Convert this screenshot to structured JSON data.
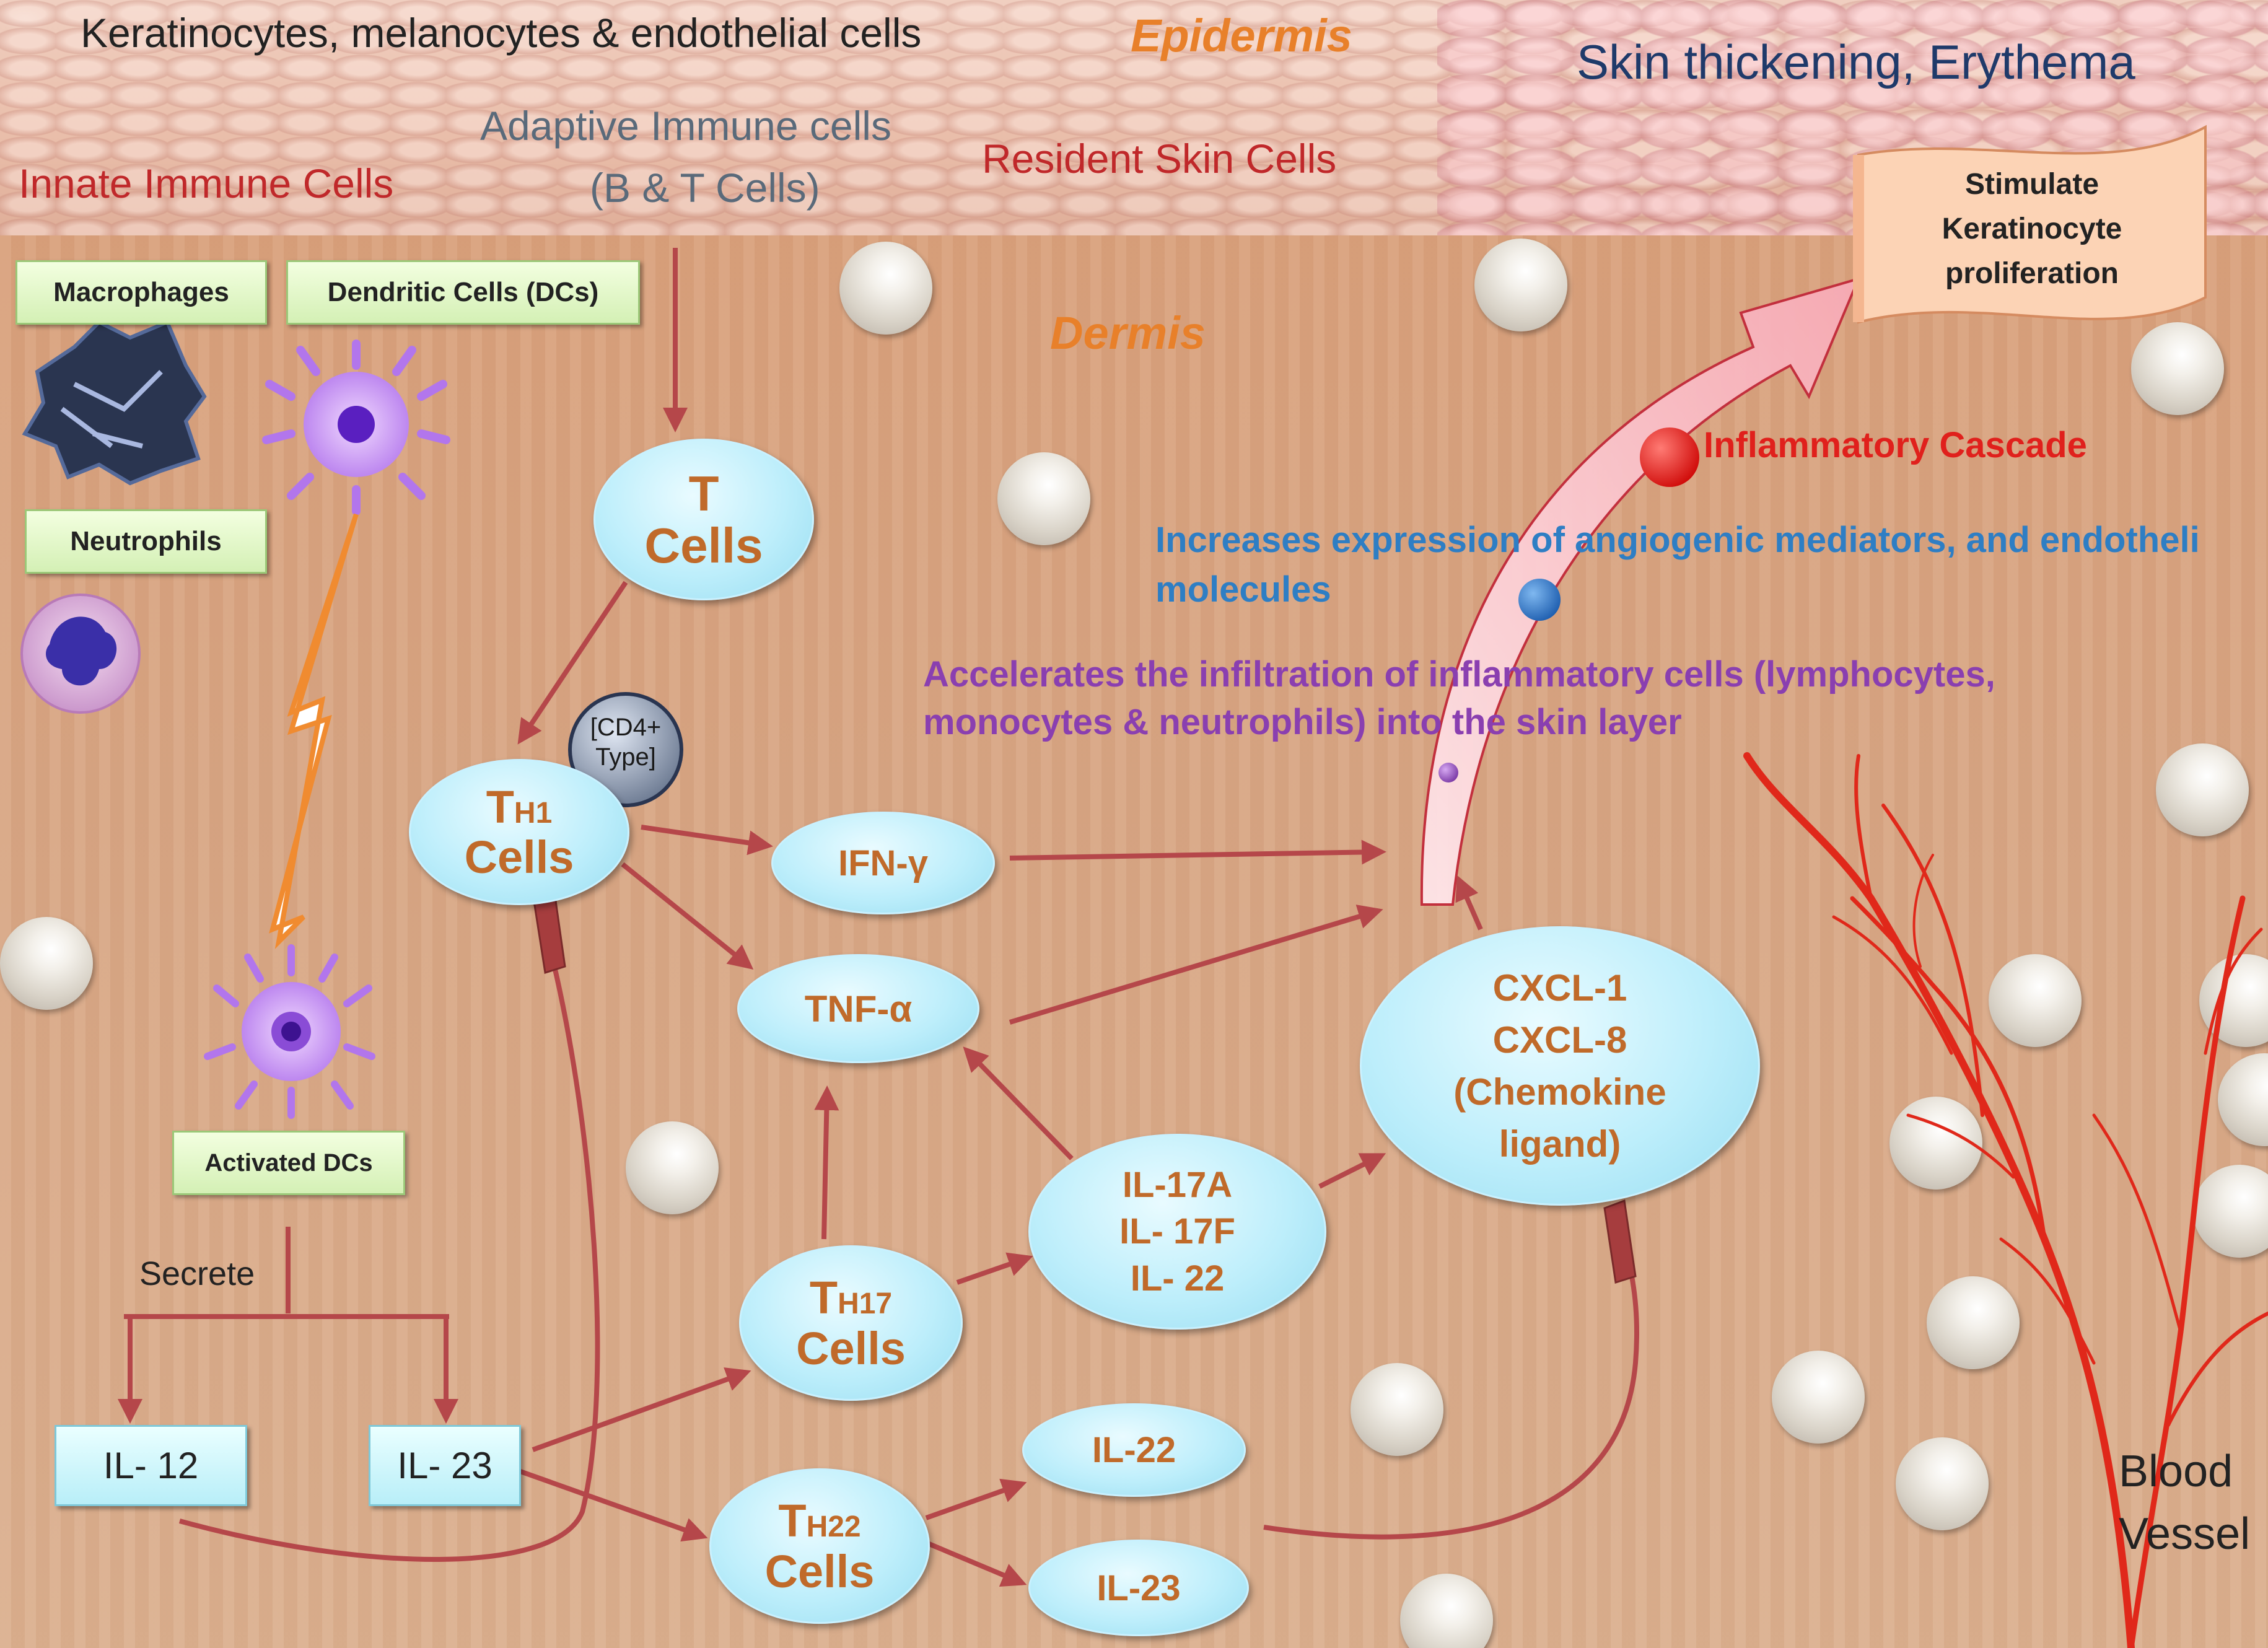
{
  "epidermis": {
    "cells_label": "Keratinocytes, melanocytes & endothelial cells",
    "layer_label": "Epidermis",
    "skin_effect": "Skin thickening, Erythema",
    "adaptive_line1": "Adaptive Immune cells",
    "adaptive_line2": "(B & T Cells)",
    "innate": "Innate Immune Cells",
    "resident": "Resident Skin Cells"
  },
  "dermis": {
    "layer_label": "Dermis"
  },
  "cell_boxes": {
    "macrophages": "Macrophages",
    "dendritic": "Dendritic Cells (DCs)",
    "neutrophils": "Neutrophils",
    "activated_dcs": "Activated DCs"
  },
  "secrete": "Secrete",
  "interleukins": {
    "il12": "IL- 12",
    "il23": "IL- 23"
  },
  "t_cells": {
    "line1": "T",
    "line2": "Cells"
  },
  "th1": {
    "main": "T",
    "sub": "H1",
    "line2": "Cells",
    "badge_line1": "[CD4+",
    "badge_line2": "Type]"
  },
  "th17": {
    "main": "T",
    "sub": "H17",
    "line2": "Cells"
  },
  "th22": {
    "main": "T",
    "sub": "H22",
    "line2": "Cells"
  },
  "ifn": "IFN-γ",
  "tnf": "TNF-α",
  "il17": {
    "line1": "IL-17A",
    "line2": "IL- 17F",
    "line3": "IL- 22"
  },
  "il22_out": "IL-22",
  "il23_out": "IL-23",
  "cxcl": {
    "line1": "CXCL-1",
    "line2": "CXCL-8",
    "line3": "(Chemokine",
    "line4": "ligand)"
  },
  "cascade": {
    "title": "Inflammatory Cascade",
    "angiogenic_line1": "Increases expression of angiogenic mediators, and endotheli",
    "angiogenic_line2": "molecules",
    "infiltration_line1": "Accelerates the infiltration of inflammatory cells (lymphocytes,",
    "infiltration_line2": "monocytes & neutrophils) into the skin layer"
  },
  "stimulate": {
    "line1": "Stimulate",
    "line2": "Keratinocyte",
    "line3": "proliferation"
  },
  "blood_vessel": {
    "line1": "Blood",
    "line2": "Vessel"
  },
  "colors": {
    "orange_label": "#e8802a",
    "red_label": "#c0282a",
    "gray_label": "#5a6a7a",
    "navy": "#1f3a6a",
    "cascade_red": "#e0201c",
    "angiogenic_blue": "#2e7ec4",
    "infiltration_purple": "#8a3fb0",
    "arrow": "#b5474a",
    "cytokine_text": "#c06a2a",
    "vessel": "#e0281a"
  }
}
